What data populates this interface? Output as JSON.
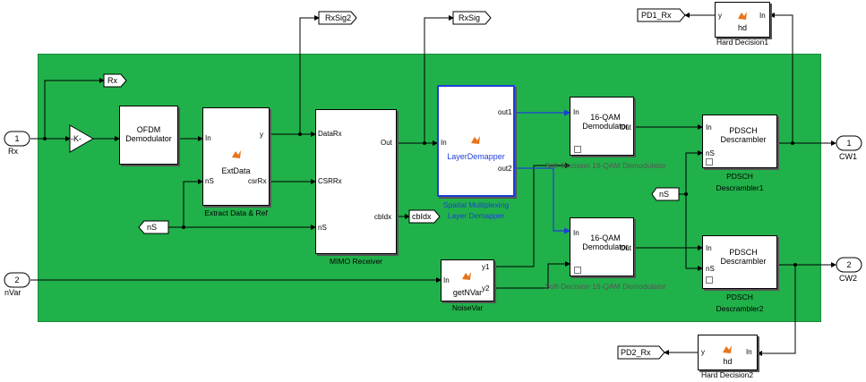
{
  "ports_in": [
    {
      "num": "1",
      "label": "Rx"
    },
    {
      "num": "2",
      "label": "nVar"
    }
  ],
  "ports_out": [
    {
      "num": "1",
      "label": "CW1"
    },
    {
      "num": "2",
      "label": "CW2"
    }
  ],
  "goto_tags": {
    "rxsig2": "RxSig2",
    "rxsig": "RxSig",
    "rx": "Rx",
    "pd1": "PD1_Rx",
    "pd2": "PD2_Rx",
    "cblidx": "cbIdx"
  },
  "from_tags": {
    "ns_left": "nS",
    "ns_right": "nS"
  },
  "blocks": {
    "gain": {
      "text": "-K-"
    },
    "ofdm": {
      "text": "OFDM Demodulator"
    },
    "extract": {
      "name": "ExtData",
      "caption": "Extract Data & Ref",
      "ports": {
        "in": "In",
        "ns": "nS",
        "y": "y",
        "csrrx": "csrRx"
      }
    },
    "mimo": {
      "caption": "MIMO Receiver",
      "ports": {
        "datarx": "DataRx",
        "csrrx": "CSRRx",
        "ns": "nS",
        "out": "Out",
        "cbidx": "cbIdx"
      }
    },
    "layer": {
      "name": "LayerDemapper",
      "caption1": "Spatial Multiplexing",
      "caption2": "Layer Demapper",
      "ports": {
        "in": "In",
        "out1": "out1",
        "out2": "out2"
      }
    },
    "noisevar": {
      "name": "getNVar",
      "caption": "NoiseVar",
      "ports": {
        "in": "In",
        "y1": "y1",
        "y2": "y2"
      }
    },
    "qam1": {
      "title": "16-QAM Demodulator",
      "caption": "Soft-Decision 16-QAM Demodulator",
      "ports": {
        "in": "In",
        "out": "Out"
      }
    },
    "qam2": {
      "title": "16-QAM Demodulator",
      "caption": "Soft-Decision 16-QAM Demodulator",
      "ports": {
        "in": "In",
        "out": "Out"
      }
    },
    "desc1": {
      "title": "PDSCH Descrambler",
      "caption1": "PDSCH",
      "caption2": "Descrambler1",
      "ports": {
        "in": "In",
        "ns": "nS"
      }
    },
    "desc2": {
      "title": "PDSCH Descrambler",
      "caption1": "PDSCH",
      "caption2": "Descrambler2",
      "ports": {
        "in": "In",
        "ns": "nS"
      }
    },
    "hd1": {
      "name": "hd",
      "caption": "Hard Decision1",
      "ports": {
        "y": "y",
        "in": "In"
      }
    },
    "hd2": {
      "name": "hd",
      "caption": "Hard Decision2",
      "ports": {
        "y": "y",
        "in": "In"
      }
    }
  },
  "colors": {
    "subsystem": "#21b14a",
    "highlight": "#1e3fd8",
    "matlab_icon": "#e8741a"
  }
}
